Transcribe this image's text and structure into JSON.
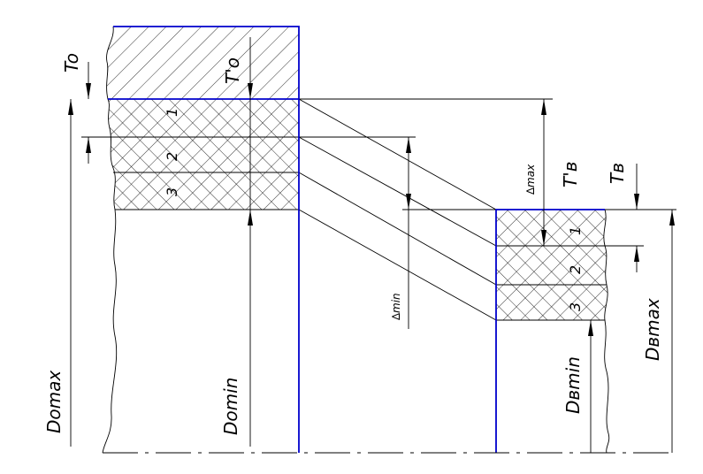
{
  "labels": {
    "t_o": "To",
    "t_o_prime": "T'o",
    "t_v": "Tв",
    "t_v_prime": "T'в",
    "delta_max": "∆max",
    "delta_min": "∆min",
    "d_o_max": "Dоmax",
    "d_o_min": "Dоmin",
    "d_v_max": "Dвmax",
    "d_v_min": "Dвmin",
    "zone_1": "1",
    "zone_2": "2",
    "zone_3": "3"
  },
  "colors": {
    "outline": "#0000cc",
    "lines": "#000000"
  }
}
